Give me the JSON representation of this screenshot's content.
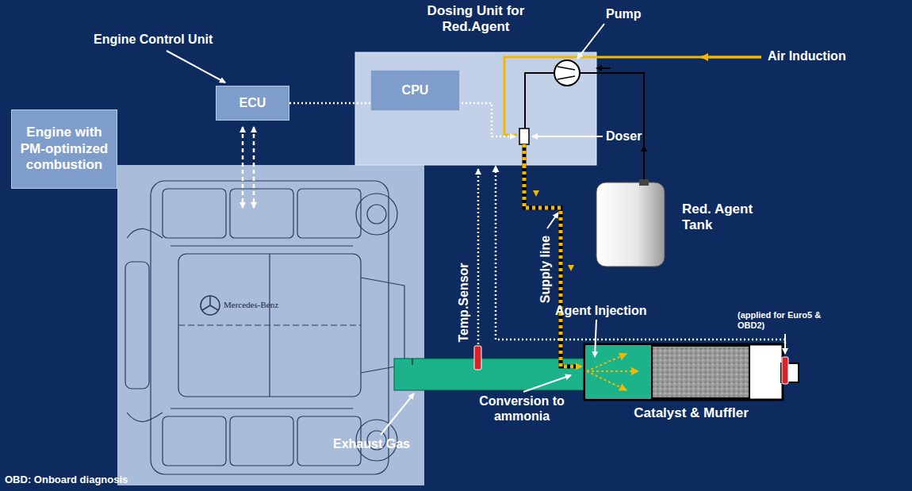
{
  "diagram": {
    "nodes": [
      {
        "text": [
          "Engine with PM-optimized combustion"
        ]
      },
      {
        "text": [
          "ECU"
        ]
      },
      {
        "text": [
          "Dosing Unit for Red.Agent"
        ]
      },
      {
        "text": [
          "CPU"
        ],
        "in": 2
      },
      {
        "text": [
          "Red. Agent Tank"
        ]
      },
      {
        "text": [
          "Catalyst & Muffler"
        ]
      }
    ],
    "edges": [
      {
        "from": 1,
        "to": 3,
        "arrow": "none"
      },
      {
        "from": 2,
        "to": 5,
        "arrow": "to"
      },
      {
        "from": 5,
        "to": 2,
        "arrow": "to"
      }
    ],
    "labels": [
      "Engine Control Unit",
      "Pump",
      "Air Induction",
      "Doser",
      "Temp.Sensor",
      "Supply line",
      "Agent Injection",
      "(applied for Euro5 & OBD2)",
      "Conversion to ammonia",
      "Exhaust Gas",
      "OBD: Onboard diagnosis",
      "Mercedes-Benz"
    ]
  }
}
